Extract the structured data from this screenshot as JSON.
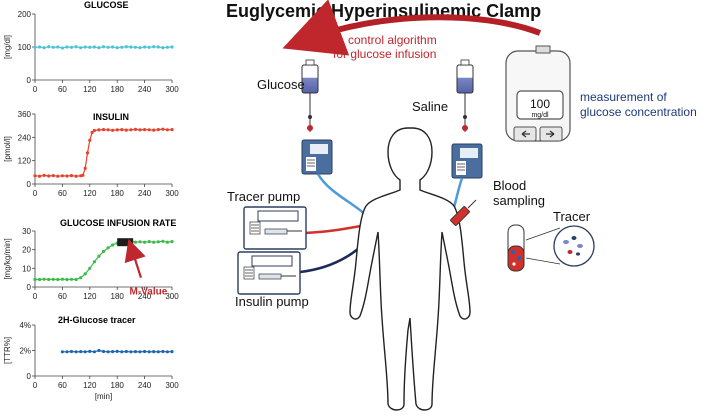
{
  "diagram": {
    "title": "Euglycemic  Hyperinsulinemic Clamp",
    "control_note_line1": "control algorithm",
    "control_note_line2": "for glucose infusion",
    "measure_note_line1": "measurement of",
    "measure_note_line2": "glucose concentration",
    "meter_value": "100",
    "meter_unit": "mg/dl",
    "glucose_label": "Glucose",
    "saline_label": "Saline",
    "tracer_pump_label": "Tracer pump",
    "insulin_pump_label": "Insulin pump",
    "blood_label_line1": "Blood",
    "blood_label_line2": "sampling",
    "tracer_label": "Tracer",
    "m_value_label": "M-Value"
  },
  "colors": {
    "glucose": "#4fc3d6",
    "insulin": "#e8412c",
    "gir": "#3dbb4a",
    "tracer": "#2366b0",
    "arrow_red": "#c0272d",
    "tube_blue": "#4f9ad8",
    "tube_red": "#d0312d",
    "tube_navy": "#1b2a57"
  },
  "chart_data": [
    {
      "type": "line",
      "title": "GLUCOSE",
      "ylabel": "[mg/dl]",
      "xlabel": "",
      "xlim": [
        0,
        300
      ],
      "ylim": [
        0,
        200
      ],
      "x_ticks": [
        "0",
        "60",
        "120",
        "180",
        "240",
        "300"
      ],
      "y_ticks": [
        "0",
        "100",
        "200"
      ],
      "series": [
        {
          "x": [
            0,
            10,
            20,
            30,
            40,
            50,
            60,
            70,
            80,
            90,
            100,
            110,
            120,
            130,
            140,
            150,
            160,
            170,
            180,
            190,
            200,
            210,
            220,
            230,
            240,
            250,
            260,
            270,
            280,
            290,
            300
          ],
          "y": [
            99,
            100,
            98,
            101,
            99,
            100,
            97,
            100,
            99,
            101,
            98,
            100,
            99,
            100,
            98,
            101,
            99,
            100,
            98,
            99,
            101,
            100,
            99,
            98,
            100,
            99,
            101,
            100,
            98,
            99,
            100
          ]
        }
      ]
    },
    {
      "type": "line",
      "title": "INSULIN",
      "ylabel": "[pmol/l]",
      "xlabel": "",
      "xlim": [
        0,
        300
      ],
      "ylim": [
        0,
        360
      ],
      "x_ticks": [
        "0",
        "60",
        "120",
        "180",
        "240",
        "300"
      ],
      "y_ticks": [
        "0",
        "120",
        "240",
        "360"
      ],
      "series": [
        {
          "x": [
            0,
            10,
            20,
            30,
            40,
            50,
            60,
            70,
            80,
            90,
            100,
            105,
            110,
            115,
            120,
            125,
            130,
            140,
            150,
            160,
            170,
            180,
            190,
            200,
            210,
            220,
            230,
            240,
            250,
            260,
            270,
            280,
            290,
            300
          ],
          "y": [
            42,
            40,
            44,
            41,
            43,
            40,
            42,
            41,
            43,
            40,
            42,
            45,
            80,
            160,
            225,
            265,
            275,
            278,
            280,
            279,
            276,
            278,
            280,
            277,
            279,
            281,
            278,
            280,
            279,
            277,
            280,
            282,
            279,
            280
          ]
        }
      ]
    },
    {
      "type": "line",
      "title": "GLUCOSE INFUSION RATE",
      "ylabel": "[mg/kg/min]",
      "xlabel": "",
      "xlim": [
        0,
        300
      ],
      "ylim": [
        0,
        30
      ],
      "x_ticks": [
        "0",
        "60",
        "120",
        "180",
        "240",
        "300"
      ],
      "y_ticks": [
        "0",
        "10",
        "20",
        "30"
      ],
      "annotation": "M-Value",
      "series": [
        {
          "x": [
            0,
            10,
            20,
            30,
            40,
            50,
            60,
            70,
            80,
            90,
            100,
            110,
            120,
            130,
            140,
            150,
            160,
            170,
            180,
            190,
            200,
            210,
            220,
            230,
            240,
            250,
            260,
            270,
            280,
            290,
            300
          ],
          "y": [
            4,
            4,
            4.2,
            4,
            4.1,
            4,
            4.2,
            4,
            4.1,
            4,
            5,
            7,
            10,
            13.5,
            16.5,
            19,
            21,
            22.5,
            23.5,
            24,
            24,
            24.5,
            24,
            24.2,
            24,
            24.3,
            24,
            24.2,
            24.5,
            24,
            24.3
          ]
        }
      ]
    },
    {
      "type": "line",
      "title": "2H-Glucose tracer",
      "ylabel": "[TTR%]",
      "xlabel": "[min]",
      "xlim": [
        0,
        300
      ],
      "ylim": [
        0,
        4
      ],
      "x_ticks": [
        "0",
        "60",
        "120",
        "180",
        "240",
        "300"
      ],
      "y_ticks": [
        "0",
        "2%",
        "4%"
      ],
      "series": [
        {
          "x": [
            60,
            70,
            80,
            90,
            100,
            110,
            120,
            130,
            140,
            150,
            160,
            170,
            180,
            190,
            200,
            210,
            220,
            230,
            240,
            250,
            260,
            270,
            280,
            290,
            300
          ],
          "y": [
            1.9,
            1.9,
            1.92,
            1.9,
            1.91,
            1.9,
            1.93,
            1.9,
            2.0,
            1.92,
            1.9,
            1.91,
            1.93,
            1.9,
            1.92,
            1.9,
            1.91,
            1.9,
            1.92,
            1.9,
            1.91,
            1.9,
            1.92,
            1.9,
            1.91
          ]
        }
      ]
    }
  ]
}
